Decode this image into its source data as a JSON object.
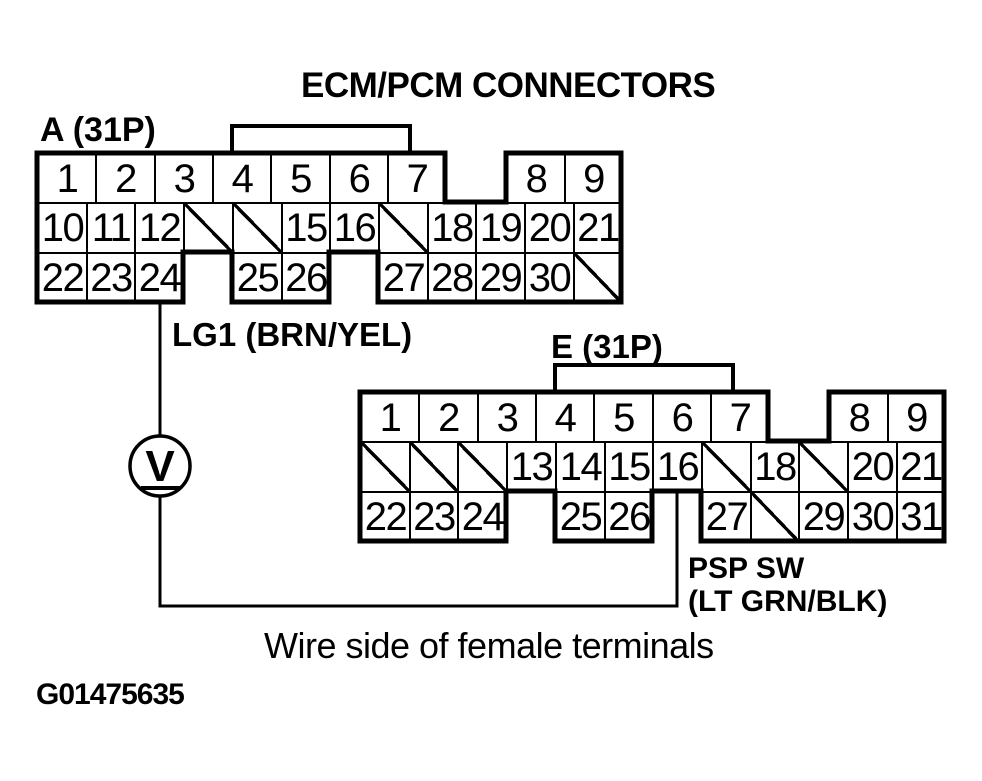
{
  "title": "ECM/PCM CONNECTORS",
  "caption": "Wire side of female terminals",
  "figure_id": "G01475635",
  "colors": {
    "ink": "#000000",
    "paper": "#ffffff"
  },
  "meter": {
    "symbol": "V",
    "type": "voltmeter"
  },
  "connectors": [
    {
      "name": "A",
      "label": "A (31P)",
      "top_row": [
        "1",
        "2",
        "3",
        "4",
        "5",
        "6",
        "7",
        "8",
        "9"
      ],
      "middle_row": [
        "10",
        "11",
        "12",
        "/",
        "/",
        "15",
        "16",
        "/",
        "18",
        "19",
        "20",
        "21"
      ],
      "bottom_row": [
        "22",
        "23",
        "24",
        "",
        "25",
        "26",
        "",
        "27",
        "28",
        "29",
        "30",
        "/"
      ]
    },
    {
      "name": "E",
      "label": "E (31P)",
      "top_row": [
        "1",
        "2",
        "3",
        "4",
        "5",
        "6",
        "7",
        "8",
        "9"
      ],
      "middle_row": [
        "/",
        "/",
        "/",
        "13",
        "14",
        "15",
        "16",
        "/",
        "18",
        "/",
        "20",
        "21"
      ],
      "bottom_row": [
        "22",
        "23",
        "24",
        "",
        "25",
        "26",
        "",
        "27",
        "/",
        "29",
        "30",
        "31"
      ]
    }
  ],
  "wires": [
    {
      "id": "lg1",
      "label": "LG1 (BRN/YEL)",
      "from_pin": "A-24"
    },
    {
      "id": "psp",
      "label_line1": "PSP SW",
      "label_line2": "(LT GRN/BLK)",
      "to_pin": "E-16"
    }
  ]
}
